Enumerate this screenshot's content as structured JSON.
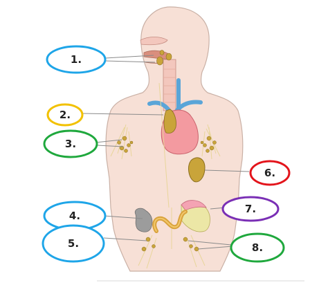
{
  "colors": {
    "skin": "#f7e0d6",
    "skin_outline": "#c9b0a5",
    "trachea": "#f3c7bd",
    "airway_dark": "#d98e7d",
    "vein": "#5aa5d8",
    "heart": "#f39aa0",
    "lymph_node": "#c9a43a",
    "lymph_vessel": "#e8d59a",
    "intestine": "#d9a23c",
    "pancreas_green": "#ece7a6",
    "liver_pink": "#f4a3b3",
    "cecum_gray": "#9c9c9c",
    "blue": "#1ea5e8",
    "yellow": "#f2c100",
    "green": "#1fa83d",
    "red": "#e3141b",
    "purple": "#7a2fb5"
  },
  "labels": [
    {
      "id": "1",
      "text": "1.",
      "color": "blue"
    },
    {
      "id": "2",
      "text": "2.",
      "color": "yellow"
    },
    {
      "id": "3",
      "text": "3.",
      "color": "green"
    },
    {
      "id": "4",
      "text": "4.",
      "color": "blue"
    },
    {
      "id": "5",
      "text": "5.",
      "color": "blue"
    },
    {
      "id": "6",
      "text": "6.",
      "color": "red"
    },
    {
      "id": "7",
      "text": "7.",
      "color": "purple"
    },
    {
      "id": "8",
      "text": "8.",
      "color": "green"
    }
  ]
}
